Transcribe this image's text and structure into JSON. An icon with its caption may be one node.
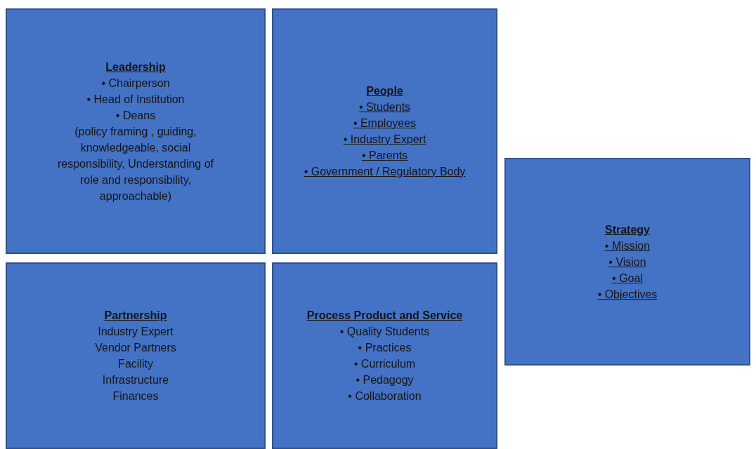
{
  "diagram": {
    "nodes": [
      {
        "text": [
          "Leadership",
          "• Chairperson",
          "• Head of Institution",
          "• Deans",
          "(policy framing , guiding, knowledgeable, social responsibility, Understanding of role and responsibility, approachable)"
        ]
      },
      {
        "text": [
          "People",
          "• Students",
          "• Employees",
          "• Industry Expert",
          "• Parents",
          "• Government / Regulatory Body"
        ]
      },
      {
        "text": [
          "Strategy",
          "• Mission",
          "• Vision",
          "• Goal",
          "• Objectives"
        ]
      },
      {
        "text": [
          "Partnership",
          "Industry Expert",
          "Vendor Partners",
          "Facility",
          "Infrastructure",
          "Finances"
        ]
      },
      {
        "text": [
          "Process Product and Service",
          "• Quality Students",
          "• Practices",
          "• Curriculum",
          "• Pedagogy",
          "• Collaboration"
        ]
      }
    ]
  }
}
